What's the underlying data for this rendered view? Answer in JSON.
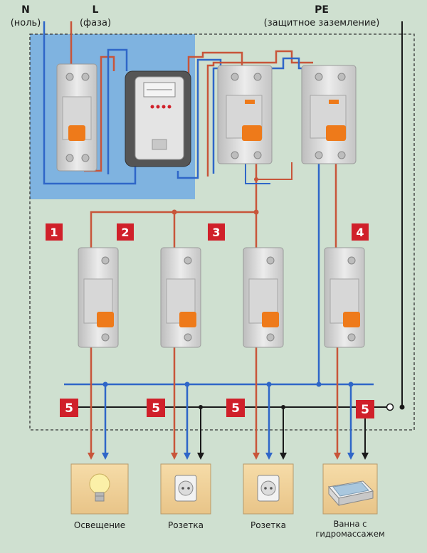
{
  "labels": {
    "n_letter": "N",
    "n_sub": "(ноль)",
    "l_letter": "L",
    "l_sub": "(фаза)",
    "pe_letter": "PE",
    "pe_sub": "(защитное заземление)"
  },
  "groups": [
    "1",
    "2",
    "3",
    "4"
  ],
  "bus_badge": "5",
  "loads": [
    {
      "label": "Освещение",
      "icon": "light-bulb-icon"
    },
    {
      "label": "Розетка",
      "icon": "socket-icon"
    },
    {
      "label": "Розетка",
      "icon": "socket-icon"
    },
    {
      "label": "Ванна с",
      "label2": "гидромассажем",
      "icon": "jacuzzi-icon"
    }
  ],
  "colors": {
    "phase": "#c8553a",
    "neutral": "#2f66c8",
    "earth": "#1a1a1a",
    "badge": "#d0202a",
    "panel": "#7fb3e0",
    "background": "#cfe0d0",
    "device": "#dcdcdc",
    "toggle": "#ee7a1a"
  }
}
